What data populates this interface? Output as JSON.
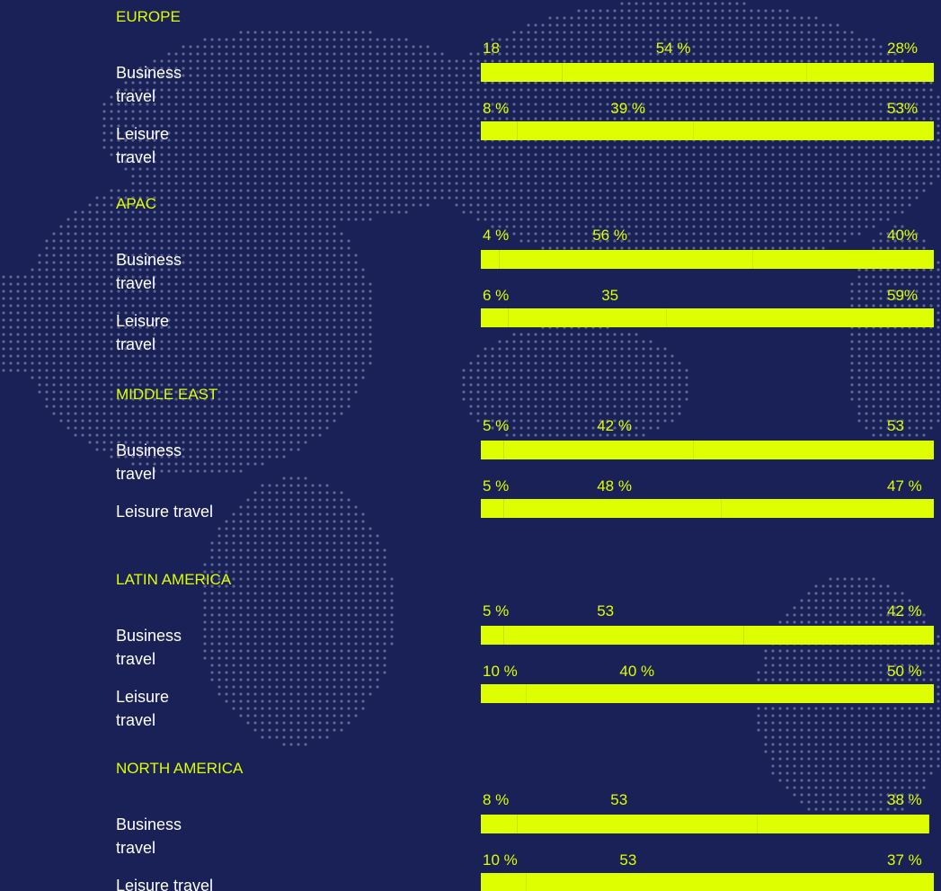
{
  "colors": {
    "background": "#1a2156",
    "accent": "#ddff00",
    "label": "#ffffff",
    "map_dots": "#5b6590"
  },
  "chart_data": {
    "type": "bar",
    "orientation": "horizontal",
    "stacked": true,
    "xlim": [
      0,
      100
    ],
    "regions": [
      {
        "title": "EUROPE",
        "rows": [
          {
            "category": "Business travel",
            "values": [
              18,
              54,
              28
            ],
            "labels": [
              "18",
              "54 %",
              "28%"
            ]
          },
          {
            "category": "Leisure travel",
            "values": [
              8,
              39,
              53
            ],
            "labels": [
              "8 %",
              "39 %",
              "53%"
            ]
          }
        ]
      },
      {
        "title": "APAC",
        "rows": [
          {
            "category": "Business travel",
            "values": [
              4,
              56,
              40
            ],
            "labels": [
              "4 %",
              "56 %",
              "40%"
            ]
          },
          {
            "category": "Leisure travel",
            "values": [
              6,
              35,
              59
            ],
            "labels": [
              "6 %",
              "35",
              "59%"
            ]
          }
        ]
      },
      {
        "title": "MIDDLE EAST",
        "rows": [
          {
            "category": "Business travel",
            "values": [
              5,
              42,
              53
            ],
            "labels": [
              "5 %",
              "42 %",
              "53"
            ]
          },
          {
            "category": "Leisure travel",
            "values": [
              5,
              48,
              47
            ],
            "labels": [
              "5 %",
              "48 %",
              "47 %"
            ]
          }
        ]
      },
      {
        "title": "LATIN AMERICA",
        "rows": [
          {
            "category": "Business travel",
            "values": [
              5,
              53,
              42
            ],
            "labels": [
              "5 %",
              "53",
              "42 %"
            ]
          },
          {
            "category": "Leisure travel",
            "values": [
              10,
              40,
              50
            ],
            "labels": [
              "10 %",
              "40 %",
              "50 %"
            ]
          }
        ]
      },
      {
        "title": "NORTH AMERICA",
        "rows": [
          {
            "category": "Business travel",
            "values": [
              8,
              53,
              38
            ],
            "labels": [
              "8 %",
              "53",
              "38 %"
            ]
          },
          {
            "category": "Leisure travel",
            "values": [
              10,
              53,
              37
            ],
            "labels": [
              "10 %",
              "53",
              "37 %"
            ]
          }
        ]
      }
    ]
  }
}
